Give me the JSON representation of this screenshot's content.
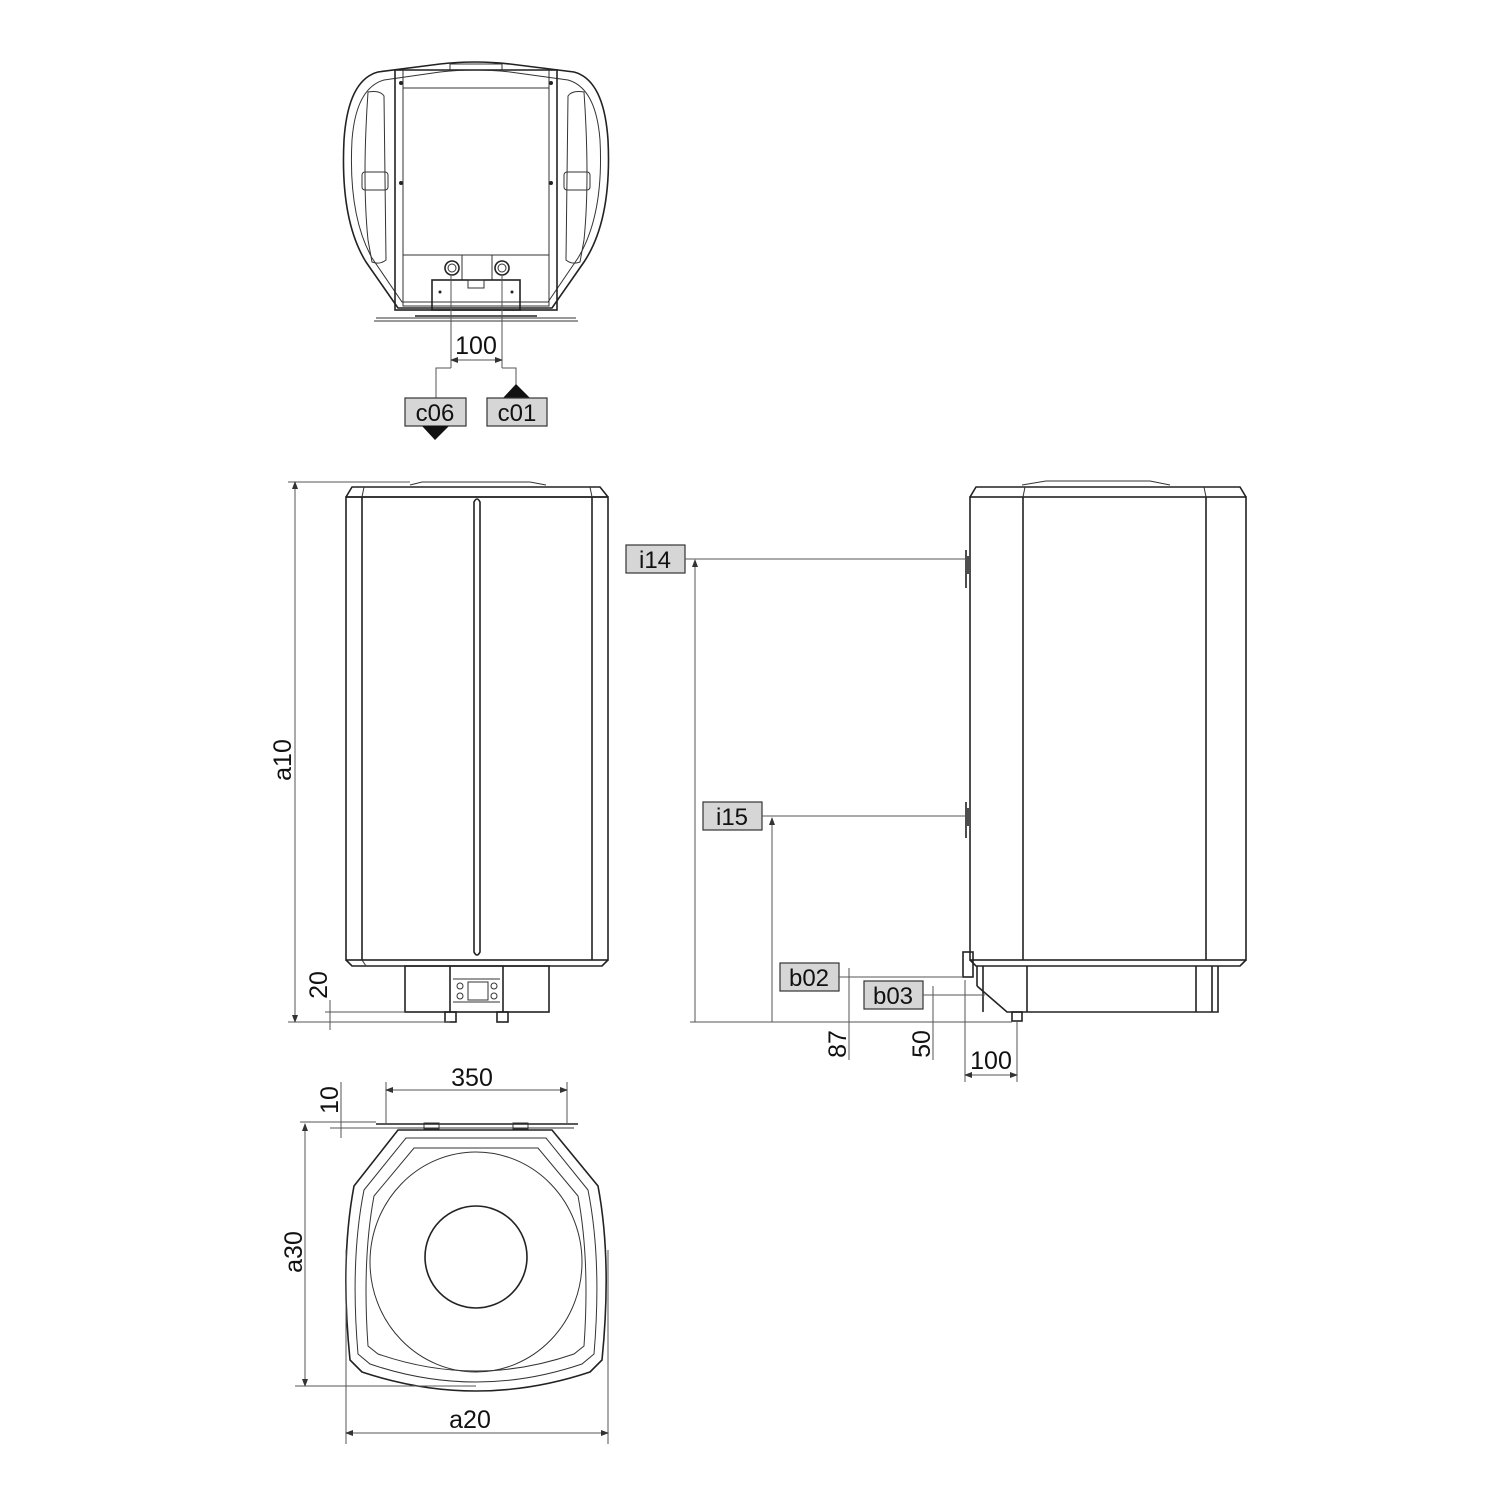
{
  "drawing": {
    "views": [
      "top-view",
      "front-view",
      "side-view",
      "bottom-view"
    ],
    "colors": {
      "line": "#222222",
      "label_box": "#d6d6d6",
      "background": "#ffffff"
    }
  },
  "top_view": {
    "dim_connection_spacing": "100",
    "labels": {
      "left_connection": "c06",
      "right_connection": "c01"
    }
  },
  "front_view": {
    "dim_height": "a10",
    "dim_bottom_offset": "20"
  },
  "side_view": {
    "labels": {
      "upper_bracket": "i14",
      "lower_bracket": "i15",
      "outlet_1": "b02",
      "outlet_2": "b03"
    },
    "dims": {
      "b02_height": "87",
      "b03_height": "50",
      "wall_distance": "100"
    }
  },
  "bottom_view": {
    "dim_bracket_width": "350",
    "dim_bracket_thickness": "10",
    "dim_depth": "a30",
    "dim_width": "a20"
  }
}
